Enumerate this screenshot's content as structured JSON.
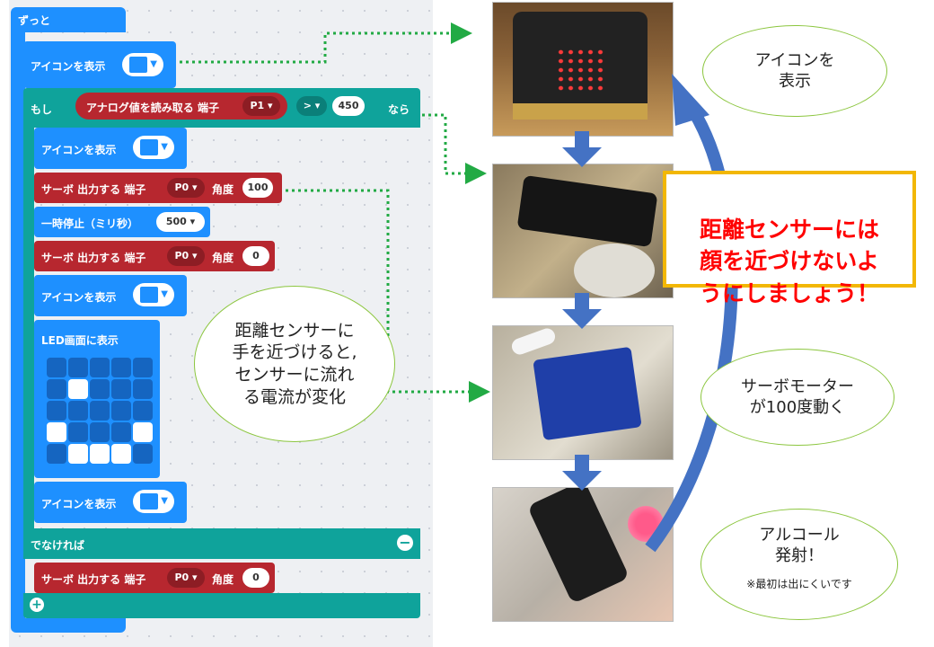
{
  "blocks": {
    "forever": "ずっと",
    "show_icon": "アイコンを表示",
    "if": "もし",
    "analog_read": "アナログ値を読み取る 端子",
    "pin_p1": "P1 ▾",
    "operator": "> ▾",
    "threshold": "450",
    "then": "なら",
    "servo_write": "サーボ 出力する 端子",
    "pin_p0": "P0 ▾",
    "angle": "角度",
    "angle_100": "100",
    "angle_0": "0",
    "pause": "一時停止（ミリ秒）",
    "pause_value": "500 ▾",
    "led_show": "LED画面に表示",
    "else": "でなければ",
    "led_grid": [
      [
        0,
        0,
        0,
        0,
        0
      ],
      [
        0,
        1,
        0,
        0,
        0
      ],
      [
        0,
        0,
        0,
        0,
        0
      ],
      [
        1,
        0,
        0,
        0,
        1
      ],
      [
        0,
        1,
        1,
        1,
        0
      ]
    ]
  },
  "callouts": {
    "show_icon": "アイコンを\n表示",
    "sensor": "距離センサーに\n手を近づけると,\nセンサーに流れ\nる電流が変化",
    "servo": "サーボモーター\nが100度動く",
    "alcohol": "アルコール\n発射！",
    "note": "※最初は出にくいです"
  },
  "warning": "距離センサーには\n顔を近づけないよ\nうにしましょう！",
  "colors": {
    "loop_blue": "#1e90ff",
    "logic_teal": "#0fa39b",
    "pin_red": "#b7272f",
    "warning_text": "#ff0000",
    "warning_border": "#f2b705",
    "flow_arrow": "#4472c4",
    "dotted_link": "#22aa44"
  }
}
